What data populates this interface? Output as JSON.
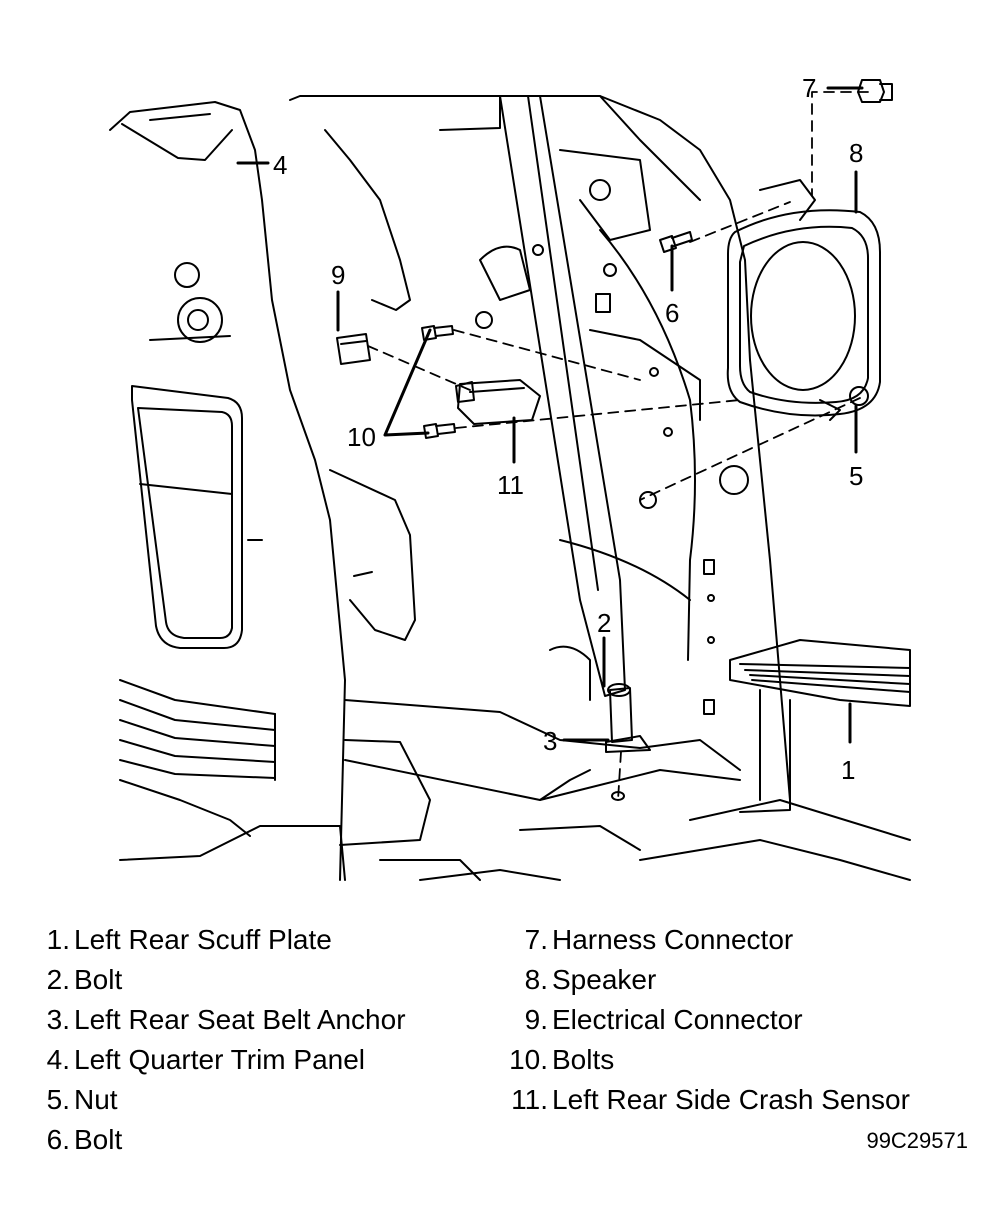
{
  "callouts": [
    {
      "num": "1"
    },
    {
      "num": "2"
    },
    {
      "num": "3"
    },
    {
      "num": "4"
    },
    {
      "num": "5"
    },
    {
      "num": "6"
    },
    {
      "num": "7"
    },
    {
      "num": "8"
    },
    {
      "num": "9"
    },
    {
      "num": "10"
    },
    {
      "num": "11"
    }
  ],
  "legend": {
    "left": [
      {
        "num": "1.",
        "label": "Left Rear Scuff Plate"
      },
      {
        "num": "2.",
        "label": "Bolt"
      },
      {
        "num": "3.",
        "label": "Left Rear Seat Belt Anchor"
      },
      {
        "num": "4.",
        "label": "Left Quarter Trim Panel"
      },
      {
        "num": "5.",
        "label": "Nut"
      },
      {
        "num": "6.",
        "label": "Bolt"
      }
    ],
    "right": [
      {
        "num": "7.",
        "label": "Harness Connector"
      },
      {
        "num": "8.",
        "label": "Speaker"
      },
      {
        "num": "9.",
        "label": "Electrical Connector"
      },
      {
        "num": "10.",
        "label": "Bolts"
      },
      {
        "num": "11.",
        "label": "Left Rear Side Crash Sensor"
      }
    ]
  },
  "figure_id": "99C29571"
}
